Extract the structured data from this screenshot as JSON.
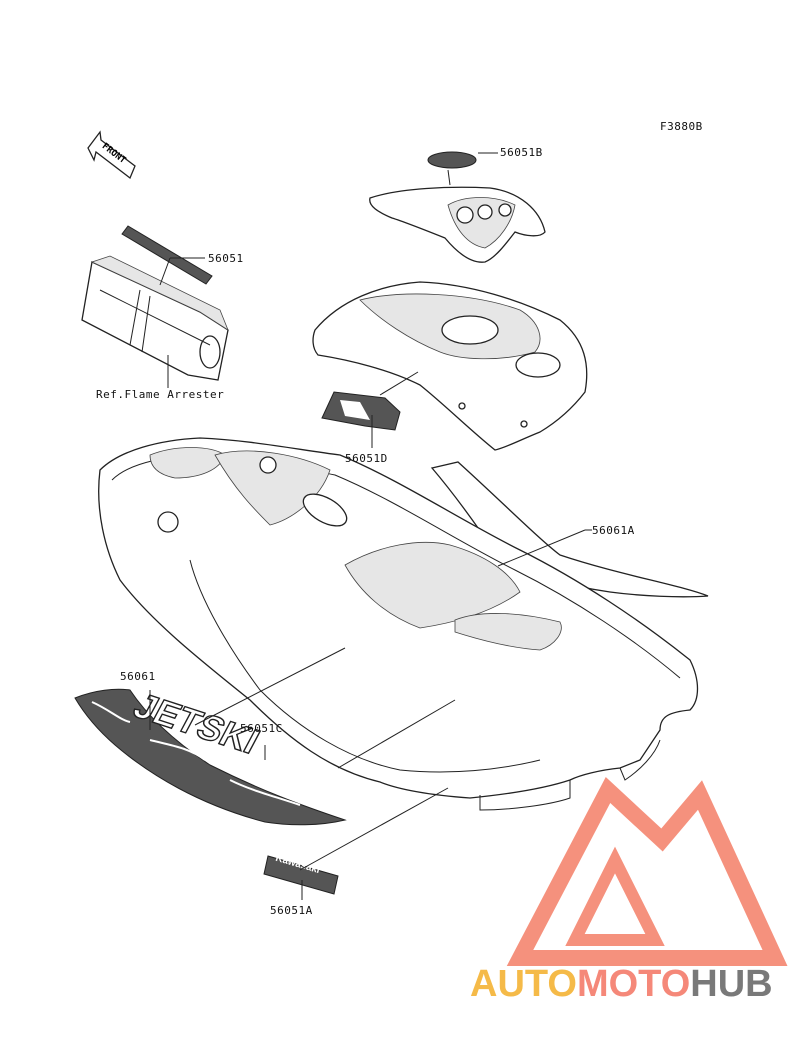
{
  "figure_code": "F3880B",
  "front_arrow": {
    "label": "FRONT"
  },
  "callouts": [
    {
      "id": "56051B",
      "text": "56051B"
    },
    {
      "id": "56051",
      "text": "56051"
    },
    {
      "id": "flame",
      "text": "Ref.Flame Arrester"
    },
    {
      "id": "56051D",
      "text": "56051D"
    },
    {
      "id": "56061A",
      "text": "56061A"
    },
    {
      "id": "56061",
      "text": "56061"
    },
    {
      "id": "56051C",
      "text": "56051C"
    },
    {
      "id": "56051A",
      "text": "56051A"
    }
  ],
  "decals": {
    "jetski": "JETSKI",
    "kawasaki": "Kawasaki"
  },
  "watermark": {
    "part1": "AUTO",
    "part2": "MOTO",
    "part3": "HUB",
    "colors": {
      "part1": "#f5b335",
      "part2": "#f47c6b",
      "part3": "#6b6b6b",
      "triangle": "#f4866f"
    }
  }
}
